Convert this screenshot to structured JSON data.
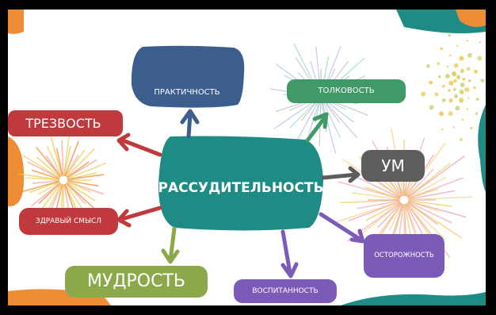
{
  "diagram": {
    "center": {
      "label": "РАССУДИТЕЛЬНОСТЬ",
      "color": "#1E8C84"
    },
    "nodes": [
      {
        "id": "praktichnost",
        "label": "ПРАКТИЧНОСТЬ",
        "color": "#3B5E8E"
      },
      {
        "id": "tolkovost",
        "label": "ТОЛКОВОСТЬ",
        "color": "#3F9A68"
      },
      {
        "id": "trezvost",
        "label": "ТРЕЗВОСТЬ",
        "color": "#C0393C"
      },
      {
        "id": "um",
        "label": "УМ",
        "color": "#5D5D5D"
      },
      {
        "id": "zdravyi-smysl",
        "label": "ЗДРАВЫЙ СМЫСЛ",
        "color": "#C0393C"
      },
      {
        "id": "ostorozhnost",
        "label": "ОСТОРОЖНОСТЬ",
        "color": "#7C5BB8"
      },
      {
        "id": "mudrost",
        "label": "МУДРОСТЬ",
        "color": "#8BA84A"
      },
      {
        "id": "vospitannost",
        "label": "ВОСПИТАННОСТЬ",
        "color": "#7C5BB8"
      }
    ],
    "accent_colors": {
      "orange": "#EE8D36",
      "teal": "#1E8C84"
    }
  }
}
